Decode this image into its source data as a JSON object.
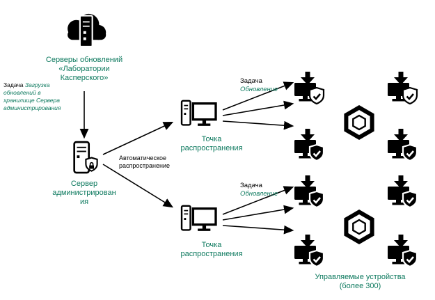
{
  "colors": {
    "accent": "#0e7a5f",
    "ink": "#000000"
  },
  "diagram": {
    "update_servers_label": "Серверы обновлений\n«Лаборатории\nКасперского»",
    "download_task": {
      "prefix": "Задача",
      "name": "Загрузка обновлений в хранилище Сервера администрирования"
    },
    "admin_server_label": "Сервер администрирования",
    "auto_distribution_label": "Автоматическое распространение",
    "distribution_point_top_label": "Точка распространения",
    "distribution_point_bottom_label": "Точка распространения",
    "update_task_top": {
      "prefix": "Задача",
      "name": "Обновление"
    },
    "update_task_bottom": {
      "prefix": "Задача",
      "name": "Обновление"
    },
    "managed_devices_label": "Управляемые устройства\n(более 300)"
  },
  "icons": {
    "update_servers": "cloud-server-icon",
    "admin_server": "server-shield-lock-icon",
    "distribution_point": "desktop-computer-icon",
    "managed_device": "device-update-shield-icon",
    "group": "hexagon-icon"
  }
}
